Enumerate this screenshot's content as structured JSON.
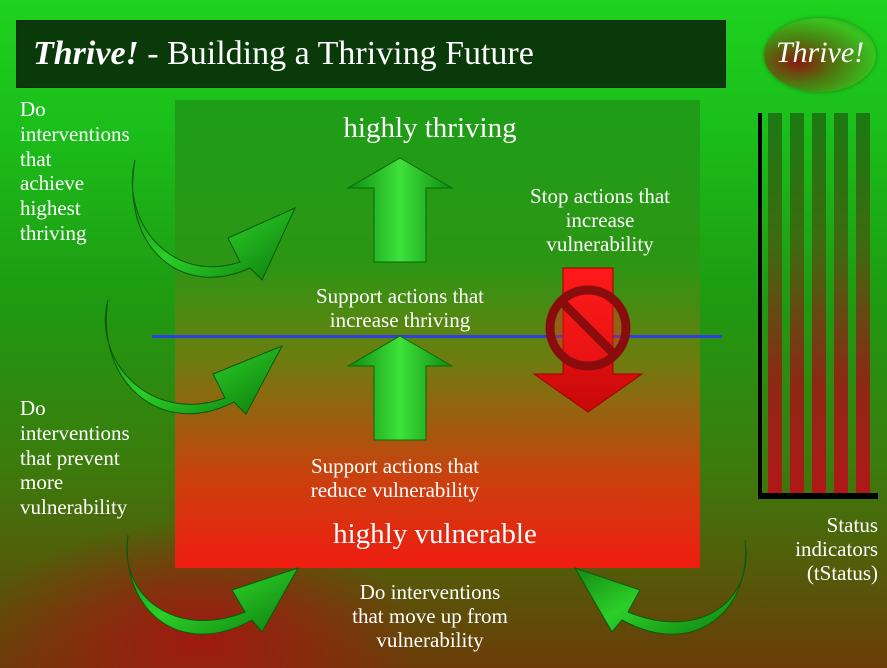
{
  "title": {
    "brand": "Thrive!",
    "rest": " - Building a Thriving Future"
  },
  "logo": {
    "text": "Thrive!"
  },
  "center": {
    "top_label": "highly thriving",
    "bottom_label": "highly vulnerable",
    "support_thriving": [
      "Support actions that",
      "increase thriving"
    ],
    "support_reduce": [
      "Support actions that",
      "reduce vulnerability"
    ],
    "stop_actions": [
      "Stop actions that",
      "increase",
      "vulnerability"
    ]
  },
  "left": {
    "achieve": [
      "Do",
      "interventions",
      "that",
      "achieve",
      "highest",
      "thriving"
    ],
    "prevent": [
      "Do",
      "interventions",
      "that prevent",
      "more",
      "vulnerability"
    ]
  },
  "bottom": {
    "move_up": [
      "Do interventions",
      "that move up from",
      "vulnerability"
    ]
  },
  "status": {
    "label": [
      "Status",
      "indicators",
      "(tStatus)"
    ],
    "bar_count": 5
  },
  "colors": {
    "divider": "#2f3fe0",
    "stop_arrow": "#e01010",
    "green_arrow": "#22c81e"
  },
  "icons": [
    "up-arrow-icon",
    "down-arrow-icon",
    "no-sign-icon",
    "curved-arrow-icon"
  ]
}
